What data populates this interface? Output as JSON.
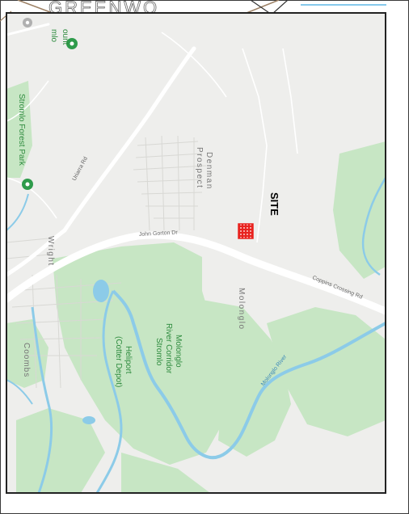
{
  "header": {
    "partial_title": "GREENWO"
  },
  "map": {
    "site_label": "SITE",
    "places": {
      "mount_partial_1": "ount",
      "mount_partial_2": "mlo",
      "stromlo_forest_park": "Stromlo Forest Park",
      "denman": "Denman",
      "prospect": "Prospect",
      "wright": "Wright",
      "coombs": "Coombs",
      "molonglo": "Molonglo",
      "molonglo_corridor_1": "Molonglo",
      "molonglo_corridor_2": "River Corridor",
      "molonglo_corridor_3": "Stromlo",
      "heliport_1": "Heliport",
      "heliport_2": "(Cotter Depot)"
    },
    "roads": {
      "uriarra": "Uriarra Rd",
      "john_gorton": "John Gorton Dr",
      "coppins": "Coppins Crossing Rd"
    },
    "rivers": {
      "molonglo_river": "Molonglo River"
    },
    "colors": {
      "land": "#eeeeec",
      "park": "#c7e6c4",
      "water": "#8ccbe8",
      "road": "#ffffff",
      "site": "#e8231f",
      "marker": "#2e9b4b",
      "frame": "#222222",
      "header_line": "#9c8064",
      "header_blue": "#3fa9e0"
    }
  }
}
